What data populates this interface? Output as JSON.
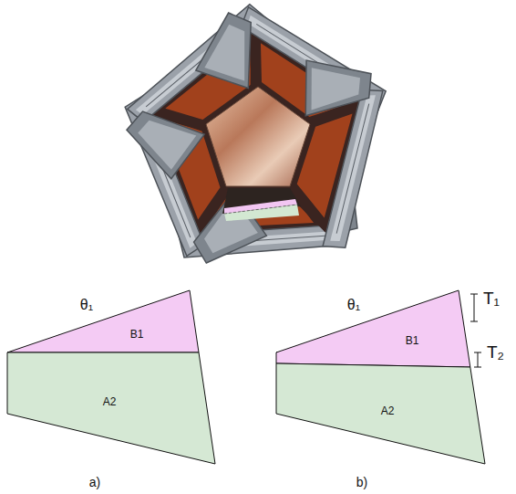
{
  "diagram": {
    "nodes": [
      {
        "text": [
          "B1"
        ]
      },
      {
        "text": [
          "A2"
        ]
      },
      {
        "text": [
          "B1"
        ]
      },
      {
        "text": [
          "A2"
        ]
      }
    ],
    "labels": [
      "θ₁",
      "θ₁",
      "T₁",
      "T₂",
      "a)",
      "b)"
    ]
  }
}
